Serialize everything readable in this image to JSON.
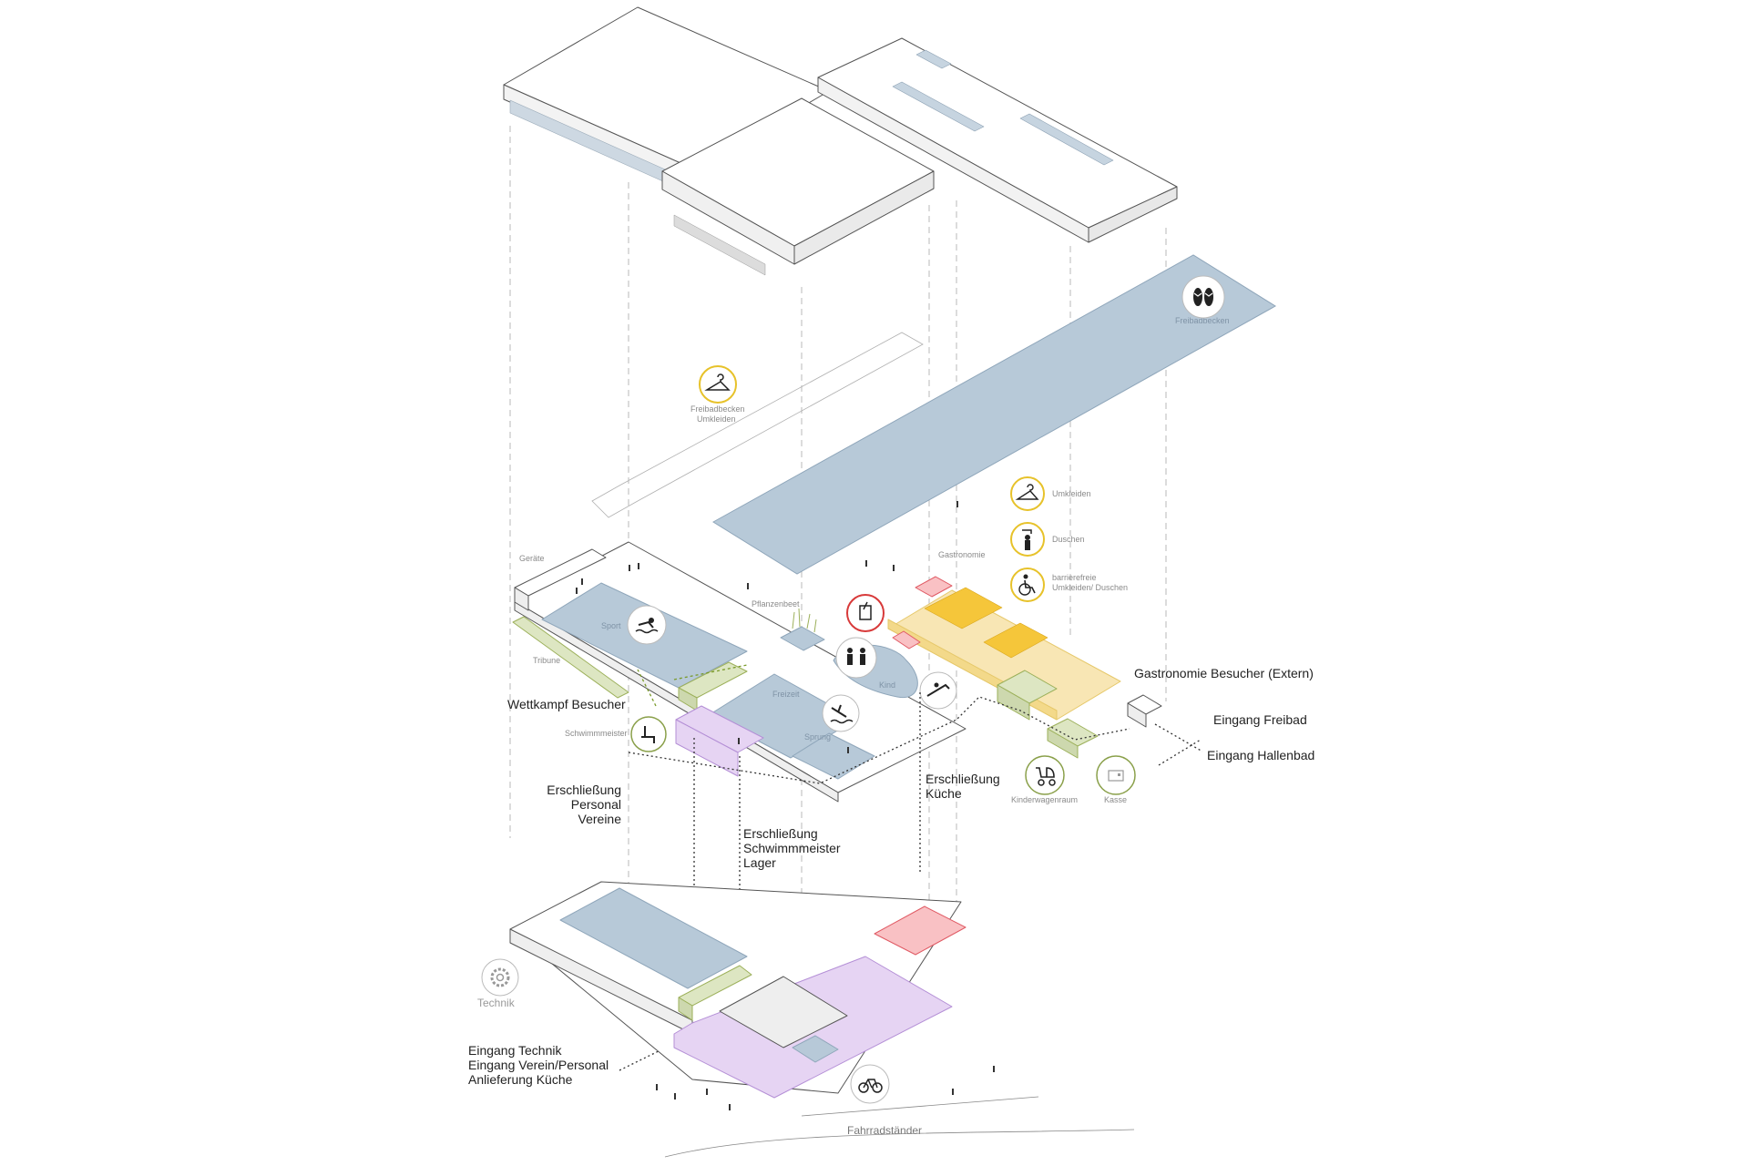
{
  "colors": {
    "water": "#b7c9d8",
    "water_edge": "#8fa6ba",
    "changing": "#f8e6b4",
    "changing_edge": "#e6c86a",
    "gastro": "#f9c1c4",
    "gastro_edge": "#e05a64",
    "staff": "#e6d4f3",
    "staff_edge": "#b48fd6",
    "plant": "#dde6c2",
    "plant_edge": "#9cb05a",
    "line": "#555555",
    "guide": "#9a9a9a",
    "circle_yellow": "#e7c22a",
    "circle_red": "#d83a3a",
    "circle_green": "#8aa04a",
    "circle_grey": "#8a8a8a"
  },
  "labels": {
    "freibadbecken": "Freibadbecken",
    "freibad_umkleiden_1": "Freibadbecken",
    "freibad_umkleiden_2": "Umkleiden",
    "umkleiden": "Umkleiden",
    "duschen": "Duschen",
    "barrierefrei_1": "barrierefreie",
    "barrierefrei_2": "Umkleiden/ Duschen",
    "geraete": "Geräte",
    "gastronomie": "Gastronomie",
    "pflanzenbeet": "Pflanzenbeet",
    "sport": "Sport",
    "tribune": "Tribune",
    "freizeit": "Freizeit",
    "kind": "Kind",
    "sprung": "Sprung",
    "schwimmmeister": "Schwimmmeister",
    "wettkampf": "Wettkampf Besucher",
    "gastro_extern": "Gastronomie Besucher (Extern)",
    "eingang_freibad": "Eingang Freibad",
    "eingang_hallenbad": "Eingang Hallenbad",
    "kinderwagenraum": "Kinderwagenraum",
    "kasse": "Kasse",
    "erschl_personal_1": "Erschließung",
    "erschl_personal_2": "Personal",
    "erschl_personal_3": "Vereine",
    "erschl_kueche_1": "Erschließung",
    "erschl_kueche_2": "Küche",
    "erschl_meister_1": "Erschließung",
    "erschl_meister_2": "Schwimmmeister",
    "erschl_meister_3": "Lager",
    "technik": "Technik",
    "eingang_technik_1": "Eingang Technik",
    "eingang_technik_2": "Eingang Verein/Personal",
    "eingang_technik_3": "Anlieferung Küche",
    "fahrradstaender": "Fahrradständer"
  },
  "icons": {
    "sandals": "sandals-icon",
    "hanger": "hanger-icon",
    "shower": "shower-icon",
    "wheelchair": "wheelchair-icon",
    "swimmer": "swimmer-icon",
    "family": "family-icon",
    "slide": "slide-icon",
    "diver": "diver-icon",
    "seat": "seat-icon",
    "stroller": "stroller-icon",
    "cash": "cash-register-icon",
    "drink": "drink-icon",
    "gear": "gear-icon",
    "bicycle": "bicycle-icon"
  }
}
